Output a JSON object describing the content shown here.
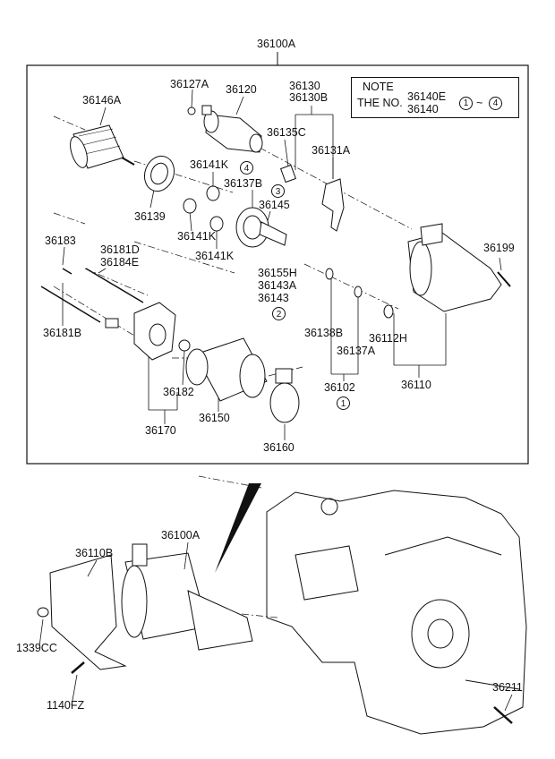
{
  "assembly_number": "36100A",
  "note": {
    "heading": "NOTE",
    "prefix": "THE NO.",
    "part_a": "36140E",
    "part_b": "36140",
    "range_start": "1",
    "range_sep": "~",
    "range_end": "4"
  },
  "parts": {
    "p36146A": "36146A",
    "p36127A": "36127A",
    "p36120": "36120",
    "p36130": "36130",
    "p36130B": "36130B",
    "p36135C": "36135C",
    "p36131A": "36131A",
    "p36141K_a": "36141K",
    "p36137B": "36137B",
    "p36145": "36145",
    "p36139": "36139",
    "p36141K_b": "36141K",
    "p36141K_c": "36141K",
    "p36183": "36183",
    "p36181D": "36181D",
    "p36184E": "36184E",
    "p36155H": "36155H",
    "p36143A": "36143A",
    "p36143": "36143",
    "p36199": "36199",
    "p36181B": "36181B",
    "p36138B": "36138B",
    "p36112H": "36112H",
    "p36137A": "36137A",
    "p36182": "36182",
    "p36102": "36102",
    "p36110": "36110",
    "p36150": "36150",
    "p36170": "36170",
    "p36160": "36160",
    "p36100A_lower": "36100A",
    "p36110B": "36110B",
    "p1339CC": "1339CC",
    "p1140FZ": "1140FZ",
    "p36211": "36211"
  },
  "callouts": {
    "c4": "4",
    "c3": "3",
    "c2": "2",
    "c1": "1"
  }
}
